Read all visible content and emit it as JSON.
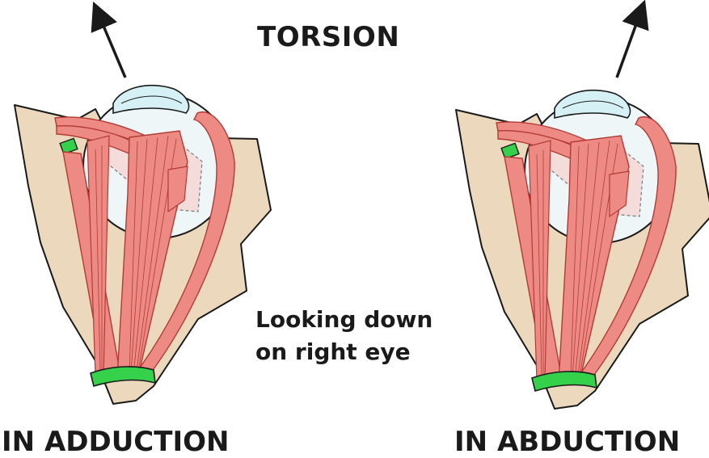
{
  "title": "TORSION",
  "caption": {
    "line1": "Looking down",
    "line2": "on right eye"
  },
  "panels": [
    {
      "label": "IN ADDUCTION"
    },
    {
      "label": "IN ABDUCTION"
    }
  ],
  "colors": {
    "orbit": "#ecd9bd",
    "globe": "#eef6f8",
    "cornea": "#d6f1f6",
    "muscle": "#ee8a84",
    "muscle_stroke": "#b23a34",
    "tendon_patch": "#f6d3d2",
    "annulus": "#36d14a",
    "outline": "#1a1a1a"
  }
}
